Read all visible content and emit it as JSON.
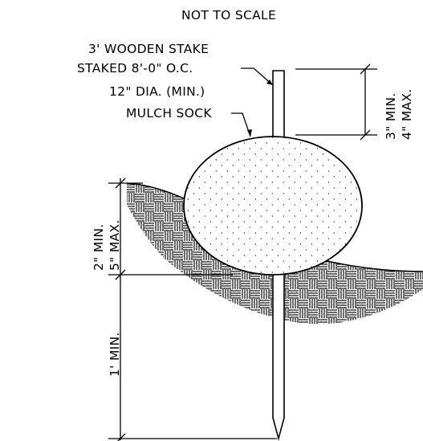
{
  "title": "NOT TO SCALE",
  "callouts": {
    "stake_line1": "3' WOODEN STAKE",
    "stake_line2": "STAKED 8'-0\" O.C.",
    "sock_line1": "12\" DIA. (MIN.)",
    "sock_line2": "MULCH SOCK"
  },
  "dimensions": {
    "top_min": "3\" MIN.",
    "top_max": "4\" MAX.",
    "embed_min": "2\" MIN.",
    "embed_max": "5\" MAX.",
    "depth": "1' MIN."
  }
}
